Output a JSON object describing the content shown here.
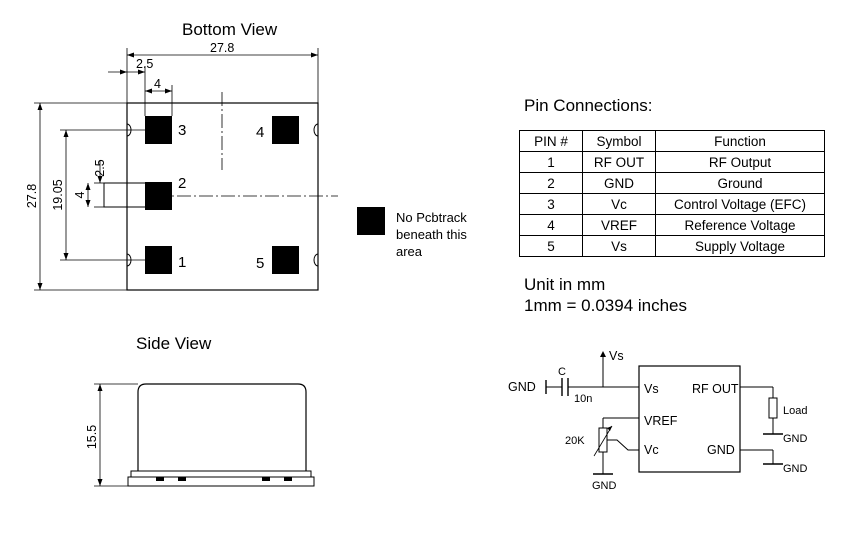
{
  "bottom_view": {
    "title": "Bottom View",
    "dim_width": "27.8",
    "dim_pin_offset": "2.5",
    "dim_pad": "4",
    "dim_height": "27.8",
    "dim_pin_span": "19.05",
    "dim_pin_offset_v": "2.5",
    "dim_pad_v": "4",
    "pin_labels": [
      "3",
      "4",
      "2",
      "1",
      "5"
    ]
  },
  "legend": {
    "no_track_line1": "No Pcbtrack",
    "no_track_line2": "beneath this",
    "no_track_line3": "area"
  },
  "side_view": {
    "title": "Side View",
    "dim_height": "15.5"
  },
  "pin_connections": {
    "title": "Pin Connections:",
    "headers": [
      "PIN #",
      "Symbol",
      "Function"
    ],
    "rows": [
      [
        "1",
        "RF OUT",
        "RF Output"
      ],
      [
        "2",
        "GND",
        "Ground"
      ],
      [
        "3",
        "Vc",
        "Control Voltage (EFC)"
      ],
      [
        "4",
        "VREF",
        "Reference Voltage"
      ],
      [
        "5",
        "Vs",
        "Supply Voltage"
      ]
    ]
  },
  "units": {
    "line1": "Unit in mm",
    "line2": "1mm = 0.0394 inches"
  },
  "schematic": {
    "vs_supply": "Vs",
    "gnd_left": "GND",
    "cap_name": "C",
    "cap_value": "10n",
    "pot_value": "20K",
    "gnd_bottom": "GND",
    "ic_vs": "Vs",
    "ic_vref": "VREF",
    "ic_vc": "Vc",
    "ic_rfout": "RF OUT",
    "ic_gnd": "GND",
    "load": "Load",
    "gnd_load": "GND",
    "gnd_out": "GND"
  }
}
